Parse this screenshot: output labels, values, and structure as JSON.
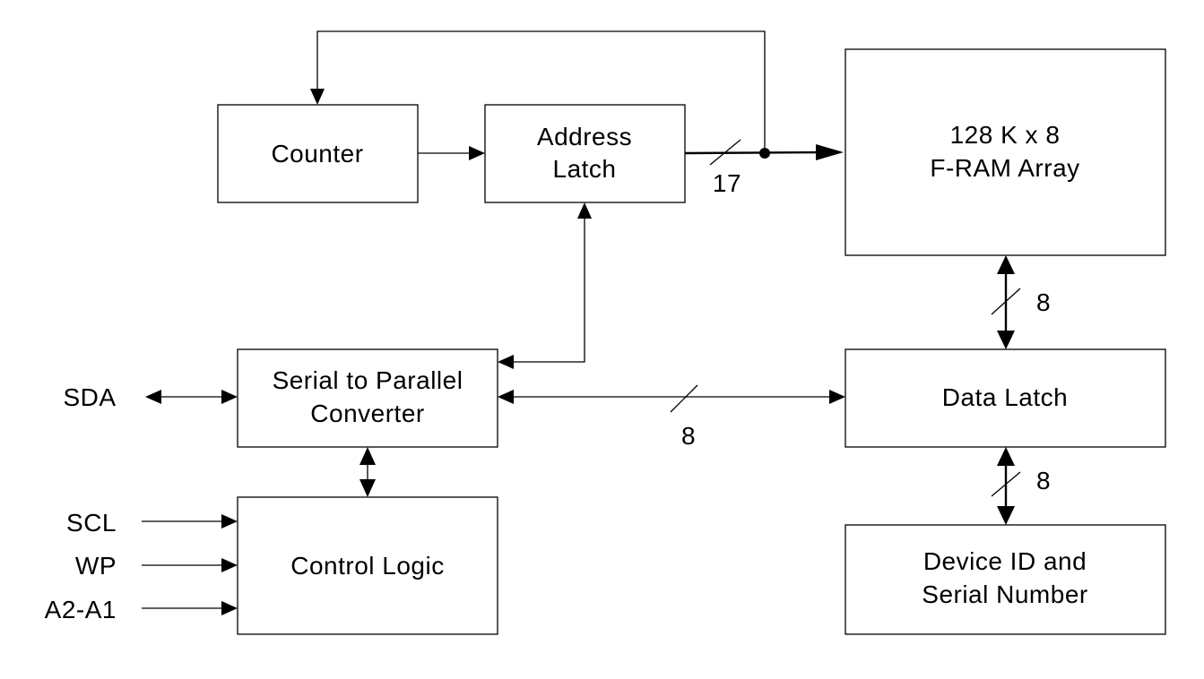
{
  "blocks": {
    "counter": "Counter",
    "address_latch": [
      "Address",
      "Latch"
    ],
    "fram_array": [
      "128 K x 8",
      "F-RAM Array"
    ],
    "serial_converter": [
      "Serial to Parallel",
      "Converter"
    ],
    "data_latch": "Data Latch",
    "control_logic": "Control Logic",
    "device_id": [
      "Device ID and",
      "Serial Number"
    ]
  },
  "signals": {
    "sda": "SDA",
    "scl": "SCL",
    "wp": "WP",
    "a2a1": "A2-A1"
  },
  "bus_widths": {
    "address_bus": "17",
    "data_bus_converter": "8",
    "data_bus_array": "8",
    "data_bus_device_id": "8"
  }
}
